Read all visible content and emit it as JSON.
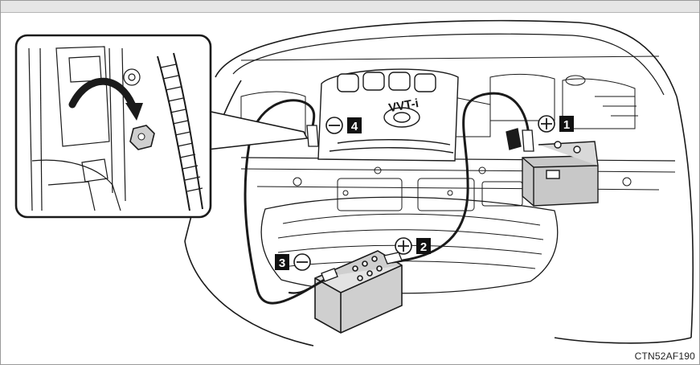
{
  "figure": {
    "image_code": "CTN52AF190",
    "engine_cover_text": "VVT-i",
    "steps": [
      {
        "number": "1",
        "polarity_symbol": "+"
      },
      {
        "number": "2",
        "polarity_symbol": "+"
      },
      {
        "number": "3",
        "polarity_symbol": "−"
      },
      {
        "number": "4",
        "polarity_symbol": "−"
      }
    ]
  },
  "colors": {
    "line": "#1a1a1a",
    "battery_fill": "#c8c8c8",
    "cable": "#1a1a1a",
    "badge_bg": "#111111",
    "badge_text": "#ffffff",
    "header_gray": "#e6e6e6"
  }
}
